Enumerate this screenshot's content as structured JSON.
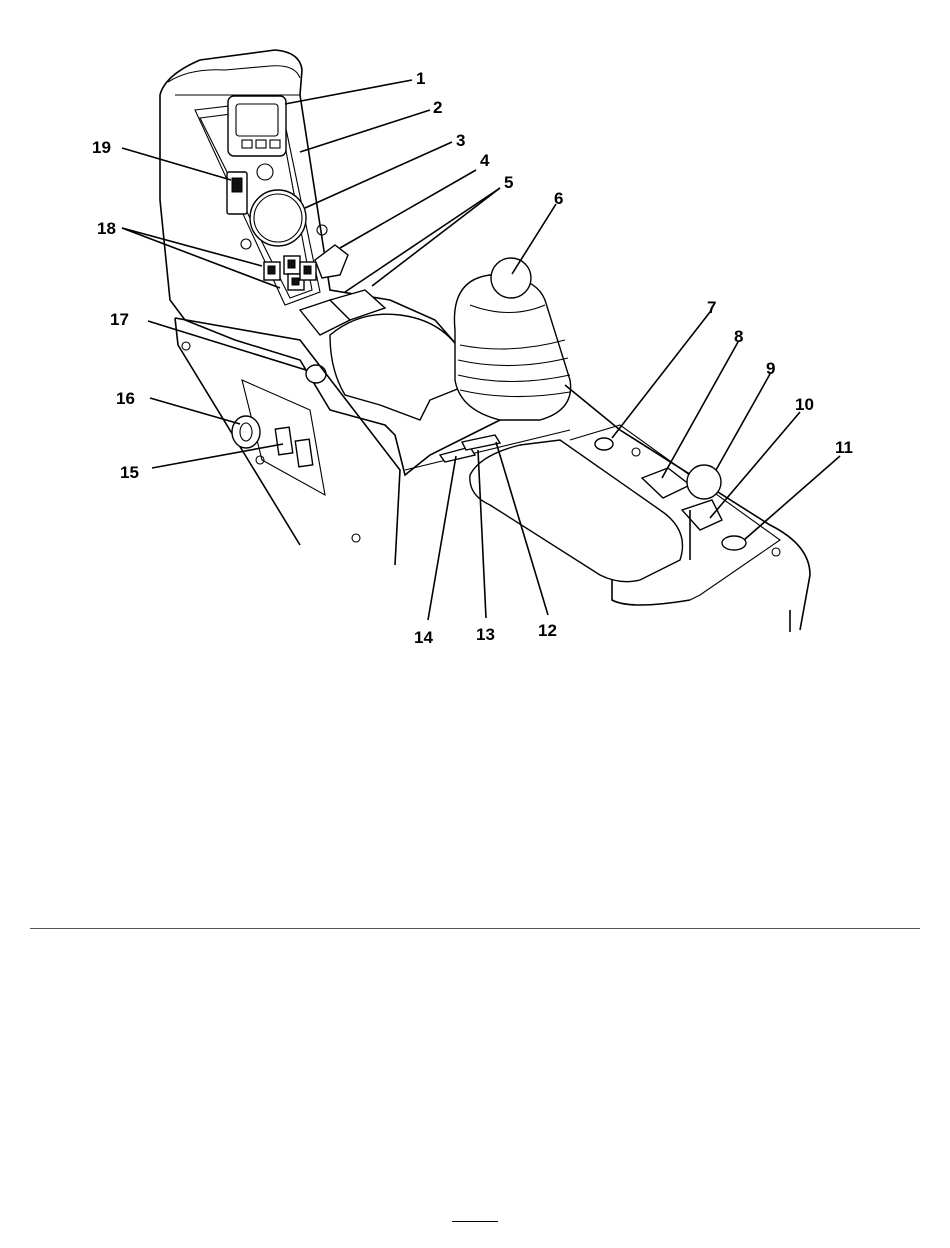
{
  "figure": {
    "callouts": [
      {
        "id": "callout-1",
        "label": "1"
      },
      {
        "id": "callout-2",
        "label": "2"
      },
      {
        "id": "callout-3",
        "label": "3"
      },
      {
        "id": "callout-4",
        "label": "4"
      },
      {
        "id": "callout-5",
        "label": "5"
      },
      {
        "id": "callout-6",
        "label": "6"
      },
      {
        "id": "callout-7",
        "label": "7"
      },
      {
        "id": "callout-8",
        "label": "8"
      },
      {
        "id": "callout-9",
        "label": "9"
      },
      {
        "id": "callout-10",
        "label": "10"
      },
      {
        "id": "callout-11",
        "label": "11"
      },
      {
        "id": "callout-12",
        "label": "12"
      },
      {
        "id": "callout-13",
        "label": "13"
      },
      {
        "id": "callout-14",
        "label": "14"
      },
      {
        "id": "callout-15",
        "label": "15"
      },
      {
        "id": "callout-16",
        "label": "16"
      },
      {
        "id": "callout-17",
        "label": "17"
      },
      {
        "id": "callout-18",
        "label": "18"
      },
      {
        "id": "callout-19",
        "label": "19"
      }
    ]
  },
  "colors": {
    "ink": "#000000",
    "paper": "#ffffff",
    "rule": "#555555"
  }
}
